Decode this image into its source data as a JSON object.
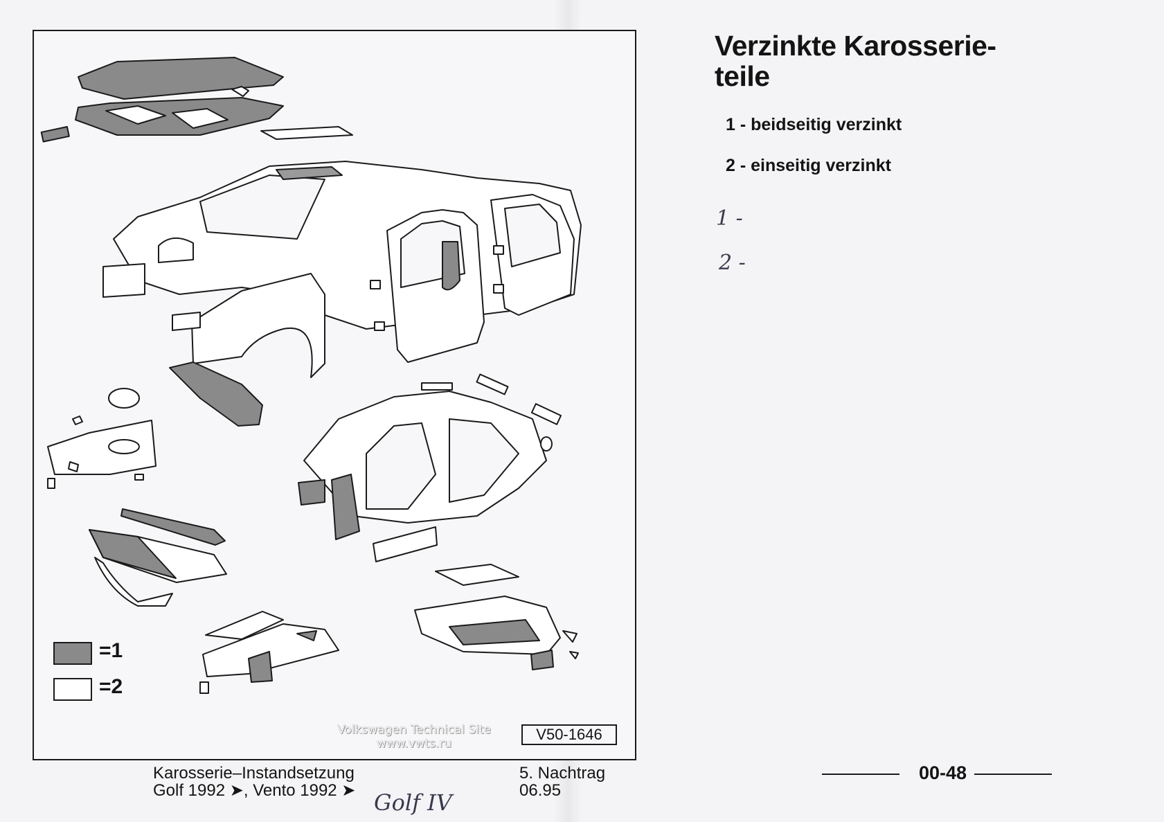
{
  "section": {
    "title": "Verzinkte Karosserie-\nteile",
    "legend": [
      "1 - beidseitig verzinkt",
      "2 - einseitig verzinkt"
    ]
  },
  "handwritten": {
    "note_1": "1 -",
    "note_2": "2 -",
    "footer_note": "Golf IV"
  },
  "figure": {
    "key_1_label": "=1",
    "key_2_label": "=2",
    "code": "V50-1646",
    "watermark_line_1": "Volkswagen Technical Site",
    "watermark_line_2": "www.vwts.ru",
    "fill_type_1": "#8a8a8a",
    "fill_type_2": "#ffffff"
  },
  "footer": {
    "manual_title": "Karosserie–Instandsetzung",
    "models": "Golf 1992 ➤, Vento 1992 ➤",
    "supplement": "5. Nachtrag",
    "date": "06.95",
    "page_number": "00-48"
  }
}
